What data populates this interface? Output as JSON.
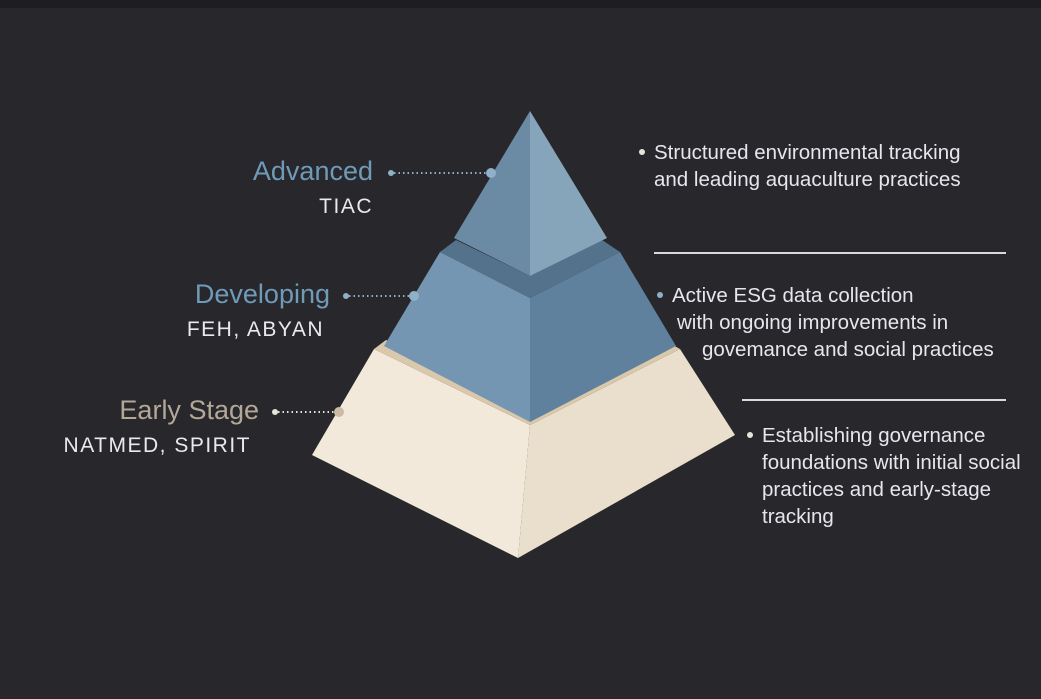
{
  "colors": {
    "background": "#28282c",
    "advanced_label": "#6f9ab8",
    "developing_label": "#6f9ab8",
    "early_label": "#b3a898",
    "bullet_blue": "#8fb0c8",
    "bullet_light": "#e8e4dc",
    "tier_top_left": "#6b8aa3",
    "tier_top_right": "#86a4ba",
    "tier_mid_left": "#7496b2",
    "tier_mid_right": "#5f819d",
    "tier_base_left": "#f2e9da",
    "tier_base_right": "#e9dfcc"
  },
  "tiers": [
    {
      "level": "Advanced",
      "companies": "TIAC",
      "description": [
        "Structured environmental tracking",
        "and leading aquaculture practices"
      ]
    },
    {
      "level": "Developing",
      "companies": "FEH, ABYAN",
      "description": [
        "Active ESG data collection",
        "with ongoing improvements in",
        "govemance and social practices"
      ]
    },
    {
      "level": "Early Stage",
      "companies": "NATMED, SPIRIT",
      "description": [
        "Establishing governance",
        "foundations with initial social",
        "practices and early-stage",
        "tracking"
      ]
    }
  ]
}
